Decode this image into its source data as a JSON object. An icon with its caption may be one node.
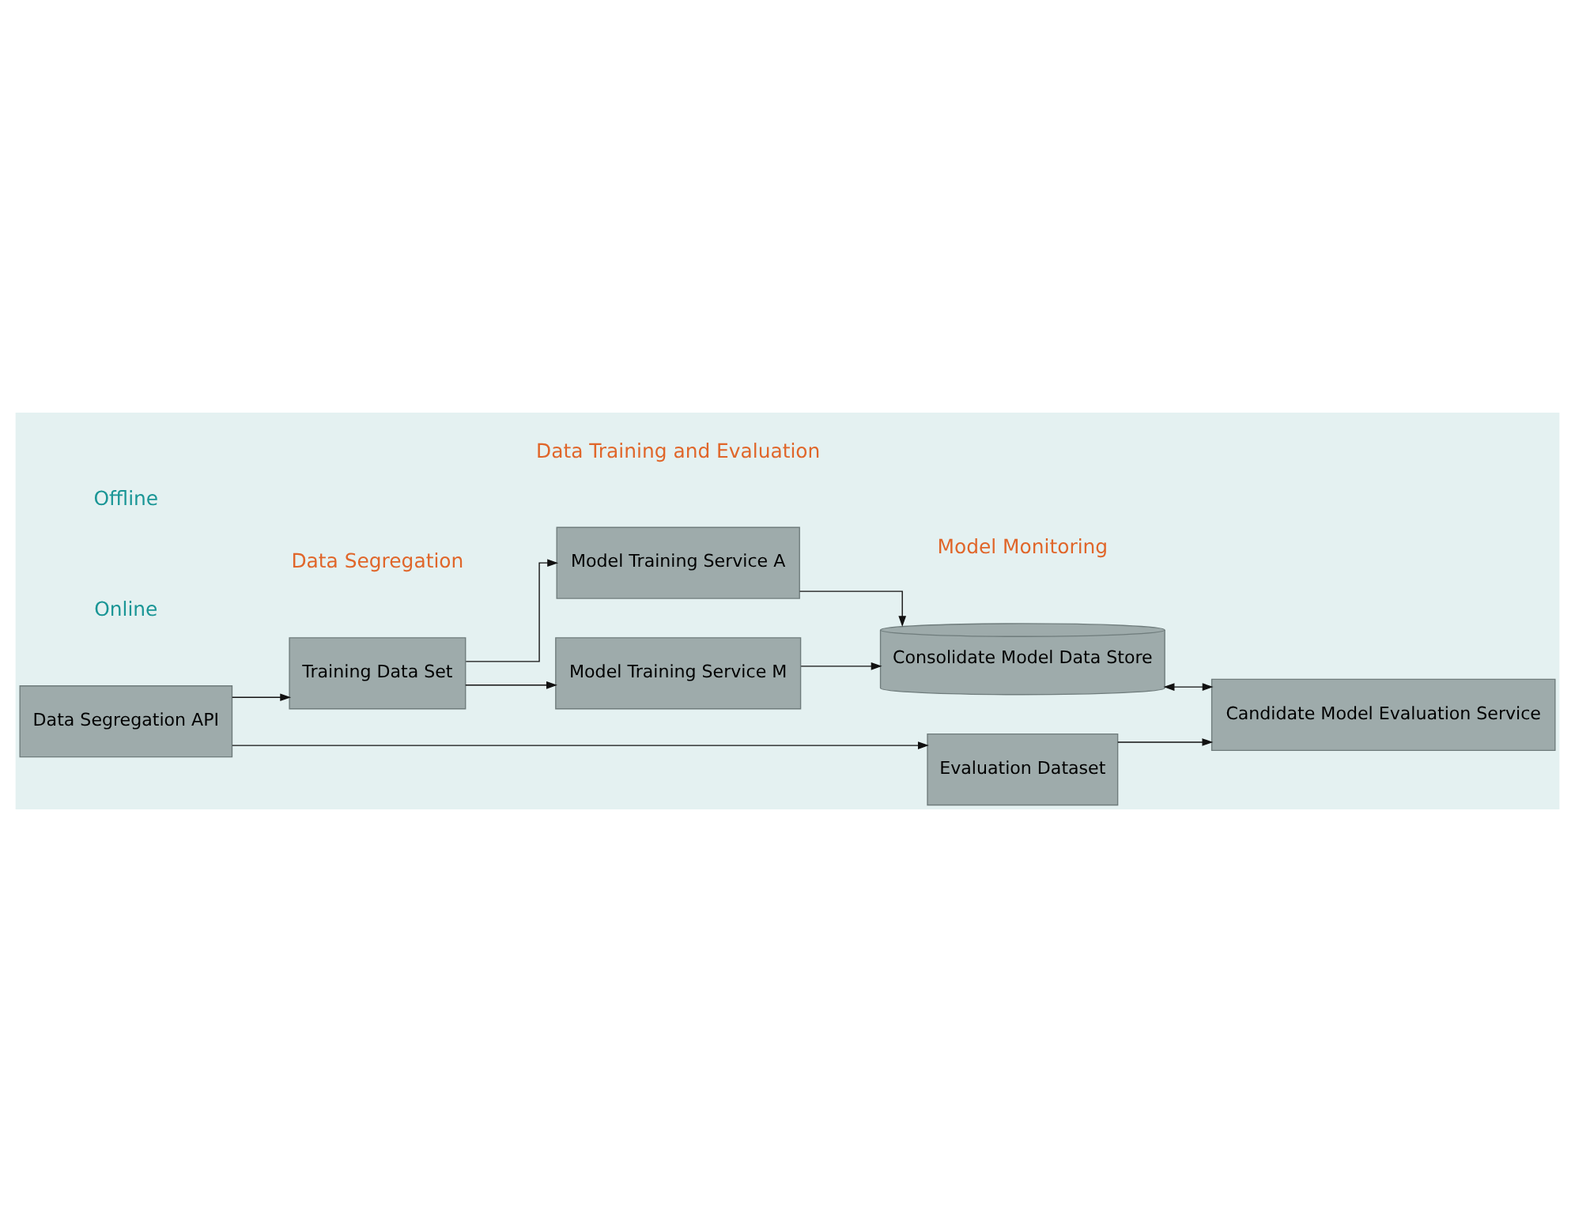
{
  "diagram": {
    "nodes": [
      {
        "text": [
          "Data Segregation API"
        ]
      },
      {
        "text": [
          "Training Data Set"
        ]
      },
      {
        "text": [
          "Evaluation Dataset"
        ]
      },
      {
        "text": [
          "Model Training Service A"
        ]
      },
      {
        "text": [
          "Model Training Service M"
        ]
      },
      {
        "text": [
          "Consolidate Model Data Store"
        ]
      },
      {
        "text": [
          "Candidate Model Evaluation Service"
        ]
      }
    ],
    "edges": [
      {
        "from": 0,
        "to": 1,
        "arrow": "to"
      },
      {
        "from": 0,
        "to": 2,
        "arrow": "to"
      },
      {
        "from": 1,
        "to": 3,
        "arrow": "to"
      },
      {
        "from": 1,
        "to": 4,
        "arrow": "to"
      },
      {
        "from": 3,
        "to": 5,
        "arrow": "to"
      },
      {
        "from": 4,
        "to": 5,
        "arrow": "to"
      },
      {
        "from": 5,
        "to": 6,
        "arrow": "both"
      },
      {
        "from": 2,
        "to": 6,
        "arrow": "to"
      }
    ],
    "labels": [
      "Data Segregation",
      "Data Training and Evaluation",
      "Model Monitoring",
      "Online",
      "Offline"
    ]
  }
}
